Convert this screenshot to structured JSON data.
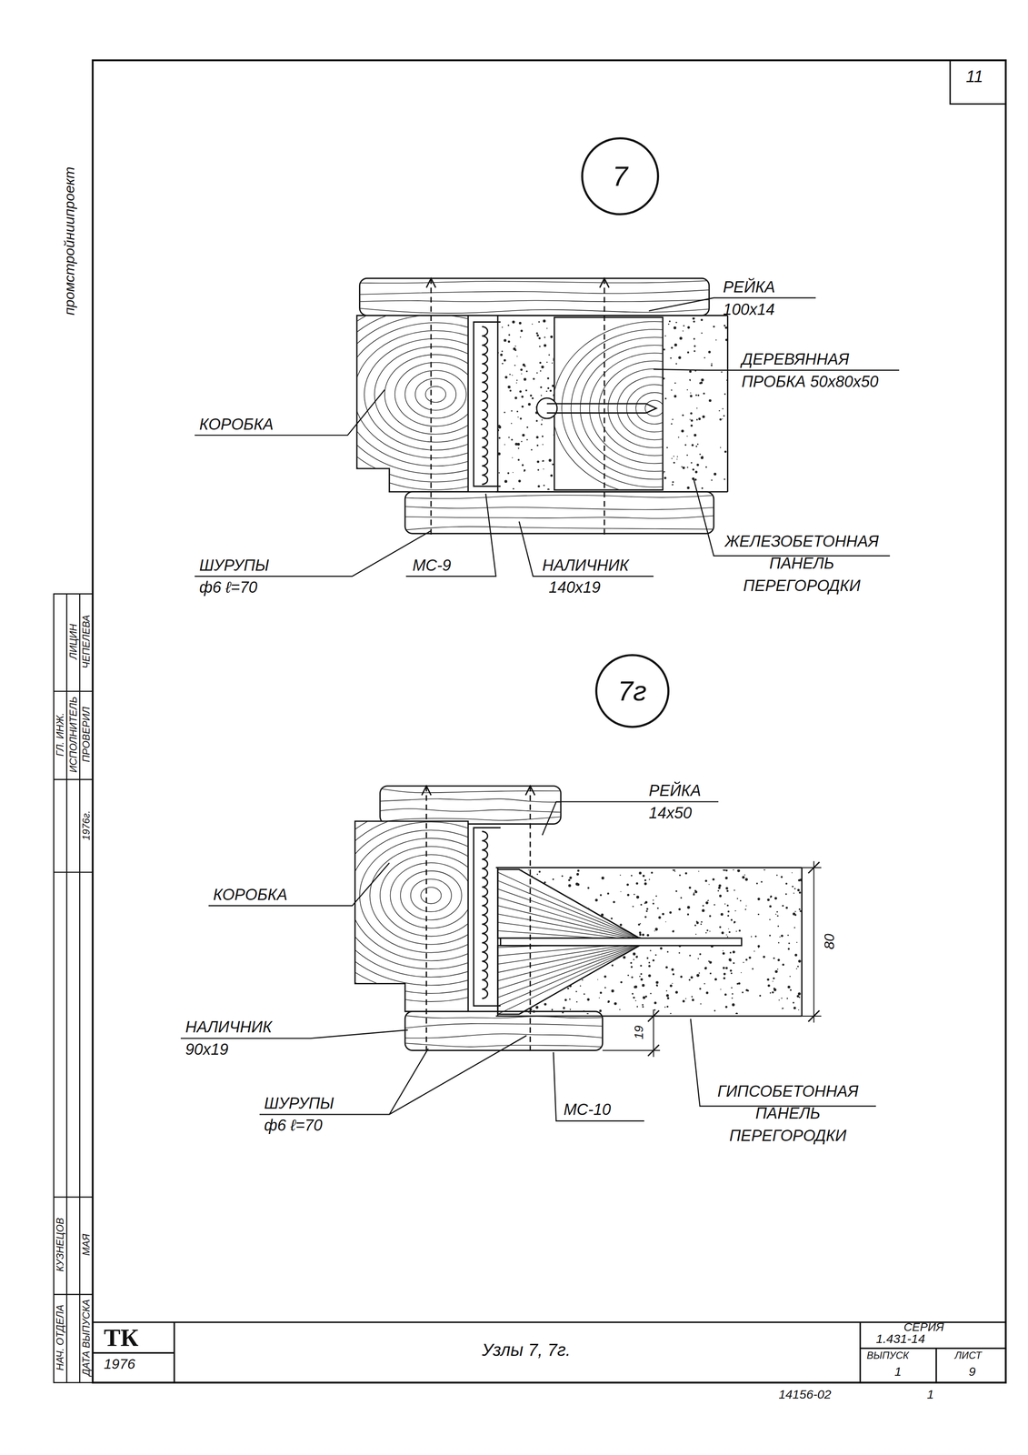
{
  "diagram": {
    "nodes": [
      {
        "text": [
          "7"
        ]
      },
      {
        "text": [
          "7г"
        ]
      }
    ],
    "labels": [
      "11",
      "промстройниипроект",
      "НАЧ. ОТДЕЛА",
      "КУЗНЕЦОВ",
      "ГЛ. ИНЖ.",
      "ИСПОЛНИТЕЛЬ",
      "ЛИЦИН",
      "ДАТА ВЫПУСКА",
      "МАЯ",
      "1976г.",
      "ПРОВЕРИЛ",
      "ЧЕПЕЛЕВА",
      "РЕЙКА",
      "100х14",
      "ДЕРЕВЯННАЯ",
      "ПРОБКА 50х80х50",
      "КОРОБКА",
      "ШУРУПЫ",
      "ф6 ℓ=70",
      "МС-9",
      "НАЛИЧНИК",
      "140х19",
      "ЖЕЛЕЗОБЕТОННАЯ ПАНЕЛЬ ПЕРЕГОРОДКИ",
      "РЕЙКА",
      "14х50",
      "КОРОБКА",
      "НАЛИЧНИК",
      "90х19",
      "ШУРУПЫ",
      "ф6 ℓ=70",
      "МС-10",
      "ГИПСОБЕТОННАЯ ПАНЕЛЬ ПЕРЕГОРОДКИ",
      "80",
      "19",
      "ТК",
      "1976",
      "Узлы 7, 7г.",
      "СЕРИЯ",
      "1.431-14",
      "ВЫПУСК",
      "ЛИСТ",
      "1",
      "9",
      "14156-02",
      "1"
    ]
  }
}
